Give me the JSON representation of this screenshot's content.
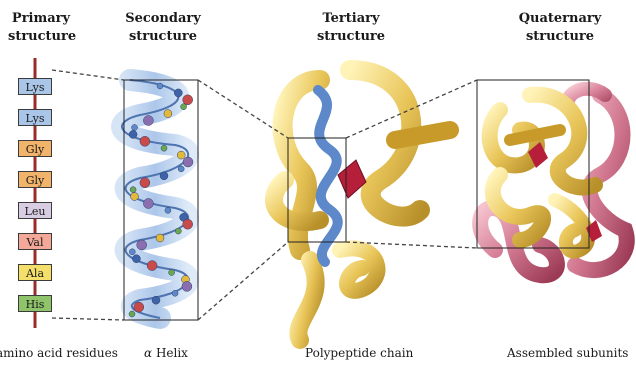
{
  "headers": {
    "primary": [
      "Primary",
      "structure"
    ],
    "secondary": [
      "Secondary",
      "structure"
    ],
    "tertiary": [
      "Tertiary",
      "structure"
    ],
    "quaternary": [
      "Quaternary",
      "structure"
    ]
  },
  "captions": {
    "primary": "amino acid residues",
    "secondary_alpha": "α",
    "secondary": "Helix",
    "tertiary": "Polypeptide chain",
    "quaternary": "Assembled subunits"
  },
  "residues": [
    {
      "label": "Lys",
      "color": "#a9c6e8"
    },
    {
      "label": "Lys",
      "color": "#a9c6e8"
    },
    {
      "label": "Gly",
      "color": "#f2b36b"
    },
    {
      "label": "Gly",
      "color": "#f2b36b"
    },
    {
      "label": "Leu",
      "color": "#d9cde3"
    },
    {
      "label": "Val",
      "color": "#f3a899"
    },
    {
      "label": "Ala",
      "color": "#f4df6a"
    },
    {
      "label": "His",
      "color": "#8fc46a"
    }
  ],
  "colors": {
    "backbone": "#9b2b2b",
    "helix": "#5d88c9",
    "ribbon_gold": "#e9c65a",
    "ribbon_rose": "#c85f78",
    "heme": "#b51f3a"
  }
}
